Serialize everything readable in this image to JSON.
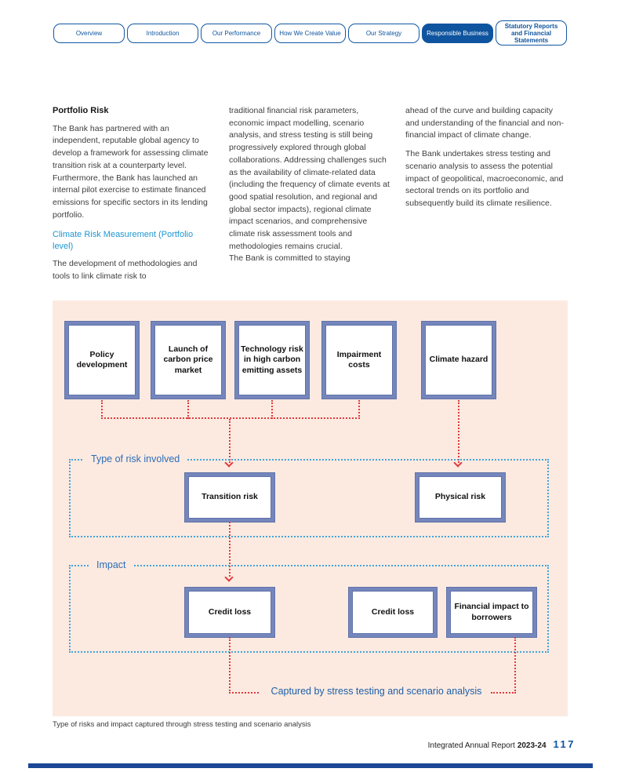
{
  "nav": {
    "tabs": [
      {
        "label": "Overview",
        "active": false
      },
      {
        "label": "Introduction",
        "active": false
      },
      {
        "label": "Our Performance",
        "active": false
      },
      {
        "label": "How We Create Value",
        "active": false
      },
      {
        "label": "Our Strategy",
        "active": false
      },
      {
        "label": "Responsible Business",
        "active": true
      },
      {
        "label": "Statutory Reports and Financial Statements",
        "active": false
      }
    ]
  },
  "article": {
    "col1": {
      "heading": "Portfolio Risk",
      "para1": "The Bank has partnered with an independent, reputable global agency to develop a framework for assessing climate transition risk at a counterparty level. Furthermore, the Bank has launched an internal pilot exercise to estimate financed emissions for specific sectors in its lending portfolio.",
      "subheading": "Climate Risk Measurement (Portfolio level)",
      "para2": "The development of methodologies and tools to link climate risk to"
    },
    "col2": {
      "para1": "traditional financial risk parameters, economic impact modelling, scenario analysis, and stress testing is still being progressively explored through global collaborations. Addressing challenges such as the availability of climate-related data (including the frequency of climate events at good spatial resolution, and regional and global sector impacts), regional climate impact scenarios, and comprehensive climate risk assessment tools and methodologies remains crucial.",
      "para2": "The Bank is committed to staying"
    },
    "col3": {
      "para1": "ahead of the curve and building capacity and understanding of the financial and non-financial impact of climate change.",
      "para2": "The Bank undertakes stress testing and scenario analysis to assess the potential impact of geopolitical, macroeconomic, and sectoral trends on its portfolio and subsequently build its climate resilience."
    }
  },
  "diagram": {
    "sources": [
      "Policy development",
      "Launch of carbon price market",
      "Technology risk in high carbon emitting assets",
      "Impairment costs",
      "Climate hazard"
    ],
    "risk_group_label": "Type of risk involved",
    "risks": [
      "Transition risk",
      "Physical risk"
    ],
    "impact_group_label": "Impact",
    "impacts": [
      "Credit loss",
      "Credit loss",
      "Financial impact to borrowers"
    ],
    "capture_label": "Captured by stress testing and scenario analysis",
    "caption": "Type of risks and impact captured through stress testing and scenario analysis"
  },
  "footer": {
    "report_title": "Integrated Annual Report",
    "report_year": "2023-24",
    "page_number": "117"
  },
  "colors": {
    "brand_navy": "#0f549e",
    "link_light_blue": "#1e96d2",
    "panel_background": "#fceae1",
    "box_border_slate": "#7486bc",
    "connector_red": "#e03a3c",
    "region_dotted_blue": "#45a3d9",
    "region_label_blue": "#2d6db5",
    "capture_text_blue": "#1d5fa6"
  }
}
